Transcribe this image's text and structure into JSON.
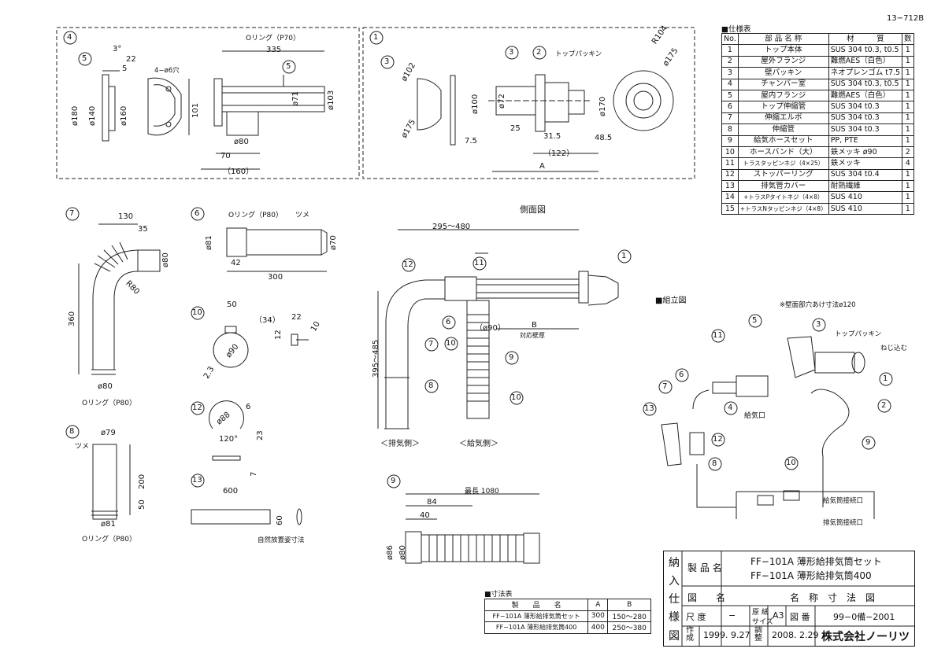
{
  "doc_id": "13−712B",
  "spec_table": {
    "title": "■仕様表",
    "headers": [
      "No.",
      "部 品 名 称",
      "材　　　質",
      "数"
    ],
    "rows": [
      [
        "1",
        "トップ本体",
        "SUS 304 t0.3, t0.5",
        "1"
      ],
      [
        "2",
        "屋外フランジ",
        "難燃AES（白色）",
        "1"
      ],
      [
        "3",
        "壁パッキン",
        "ネオプレンゴム t7.5",
        "1"
      ],
      [
        "4",
        "チャンバー室",
        "SUS 304 t0.3, t0.5",
        "1"
      ],
      [
        "5",
        "屋内フランジ",
        "難燃AES（白色）",
        "1"
      ],
      [
        "6",
        "トップ伸縮管",
        "SUS 304 t0.3",
        "1"
      ],
      [
        "7",
        "伸縮エルボ",
        "SUS 304 t0.3",
        "1"
      ],
      [
        "8",
        "伸縮管",
        "SUS 304 t0.3",
        "1"
      ],
      [
        "9",
        "給気ホースセット",
        "PP, PTE",
        "1"
      ],
      [
        "10",
        "ホースバンド（大）",
        "鉄メッキ ø90",
        "2"
      ],
      [
        "11",
        "トラスタッピンネジ（4×25）",
        "鉄メッキ",
        "4"
      ],
      [
        "12",
        "ストッパーリング",
        "SUS 304 t0.4",
        "1"
      ],
      [
        "13",
        "排気管カバー",
        "耐熱繊維",
        "1"
      ],
      [
        "14",
        "+トラスPタイトネジ（4×8）",
        "SUS 410",
        "1"
      ],
      [
        "15",
        "+トラスNタッピンネジ（4×8）",
        "SUS 410",
        "1"
      ]
    ]
  },
  "dim_table": {
    "title": "■寸法表",
    "headers": [
      "製　　品　　名",
      "A",
      "B"
    ],
    "rows": [
      [
        "FF−101A 薄形給排気筒セット",
        "300",
        "150～280"
      ],
      [
        "FF−101A 薄形給排気筒400",
        "400",
        "250～380"
      ]
    ]
  },
  "title_block": {
    "side": [
      "納",
      "入",
      "仕",
      "様",
      "図"
    ],
    "product_label": "製 品 名",
    "product_1": "FF−101A 薄形給排気筒セット",
    "product_2": "FF−101A 薄形給排気筒400",
    "drawing_label": "図　　名",
    "drawing_name": "名　称　寸　法　図",
    "scale_label": "尺 度",
    "scale_value": "−",
    "paper_label_1": "原 紙",
    "paper_label_2": "サイズ",
    "paper_value": "A3",
    "number_label": "図 番",
    "number_value": "99−0備−2001",
    "created_label": "作成",
    "created_value": "1999. 9.27",
    "adjusted_label": "調整",
    "adjusted_value": "2008. 2.29",
    "company": "株式会社ノーリツ"
  },
  "labels": {
    "side_view": "側面図",
    "assembly": "■組立図",
    "exhaust_side": "＜排気側＞",
    "supply_side": "＜給気側＞",
    "wall_thickness": "対応壁厚",
    "wall_hole": "※壁面部穴あけ寸法ø120",
    "top_packing": "トップパッキン",
    "screw_in": "ねじ込む",
    "supply_port": "給気口",
    "supply_conn": "給気筒接続口",
    "exhaust_conn": "排気筒接続口",
    "oring_p70": "Oリング（P70）",
    "oring_p80": "Oリング（P80）",
    "tsume": "ツメ",
    "natural_state": "自然放置姿寸法",
    "max_length": "最長 1080",
    "holes": "4−ø6穴",
    "dims": {
      "d335": "335",
      "d22": "22",
      "d5": "5",
      "d3": "3°",
      "d180": "ø180",
      "d140": "ø140",
      "d160": "ø160",
      "d101": "101",
      "d71": "ø71",
      "d103": "ø103",
      "d80": "ø80",
      "d70": "70",
      "d160p": "（160）",
      "r104": "R104",
      "d175": "ø175",
      "d102": "ø102",
      "d175b": "ø175",
      "d100": "ø100",
      "d72": "ø72",
      "d170": "ø170",
      "d25": "25",
      "d7_5": "7.5",
      "d31_5": "31.5",
      "d48_5": "48.5",
      "d122": "（122）",
      "dA": "A",
      "d130": "130",
      "d35": "35",
      "d80b": "ø80",
      "r80": "R80",
      "d360": "360",
      "d80c": "ø80",
      "d81": "ø81",
      "d42": "42",
      "d300": "300",
      "d70b": "ø70",
      "d50": "50",
      "d34": "（34）",
      "d22b": "22",
      "d12": "12",
      "d10": "10",
      "d90": "ø90",
      "d2_3": "2.3",
      "d88": "ø88",
      "d6": "6",
      "d120": "120°",
      "d23": "23",
      "d7": "7",
      "d600": "600",
      "d60": "60",
      "d79": "ø79",
      "d200": "200",
      "d50b": "50",
      "d81b": "ø81",
      "d295": "295～480",
      "d395": "395～485",
      "d90p": "（ø90）",
      "dB": "B",
      "d84": "84",
      "d40": "40",
      "d86": "ø86",
      "d80d": "ø80"
    }
  }
}
